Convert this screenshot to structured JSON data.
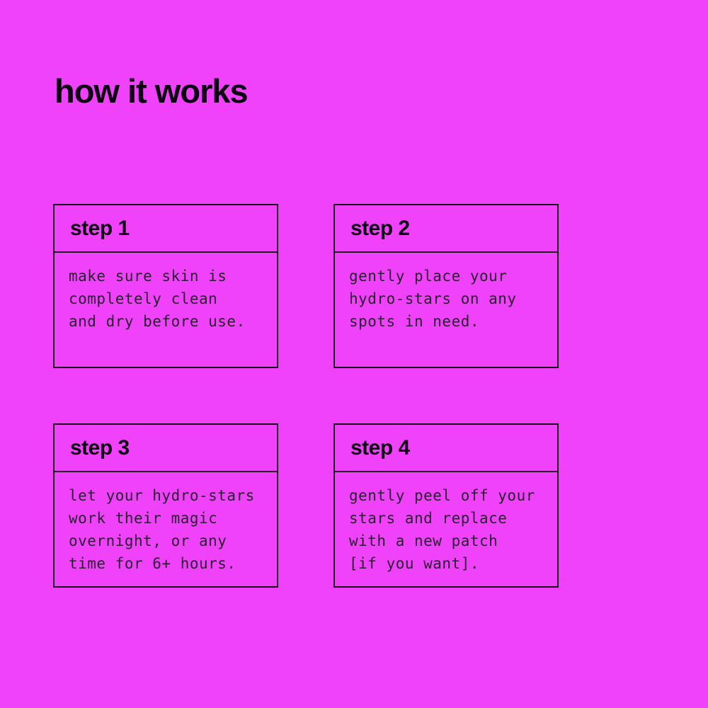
{
  "page": {
    "title": "how it works",
    "background_color": "#f042fa",
    "border_color": "#1a0a1e",
    "heading_color": "#0d0612",
    "body_text_color": "#2b1c31"
  },
  "steps": [
    {
      "label": "step 1",
      "description": "make sure skin is\ncompletely clean\nand dry before use."
    },
    {
      "label": "step 2",
      "description": "gently place your\nhydro-stars on any\nspots in need."
    },
    {
      "label": "step 3",
      "description": "let your hydro-stars\nwork their magic\novernight, or any\ntime for 6+ hours."
    },
    {
      "label": "step 4",
      "description": "gently peel off your\nstars and replace\nwith a new patch\n[if you want]."
    }
  ]
}
